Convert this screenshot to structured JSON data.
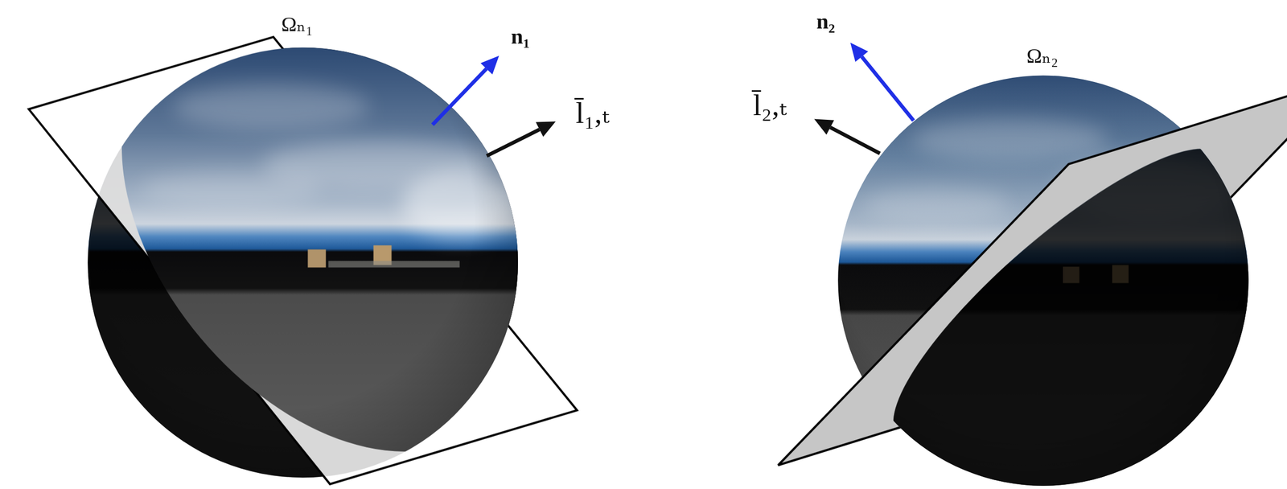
{
  "diagram": {
    "labels": [
      "Ωₙ₁",
      "n₁",
      "l̄₁,ₜ",
      "n₂",
      "Ωₙ₂",
      "l̄₂,ₜ"
    ]
  }
}
